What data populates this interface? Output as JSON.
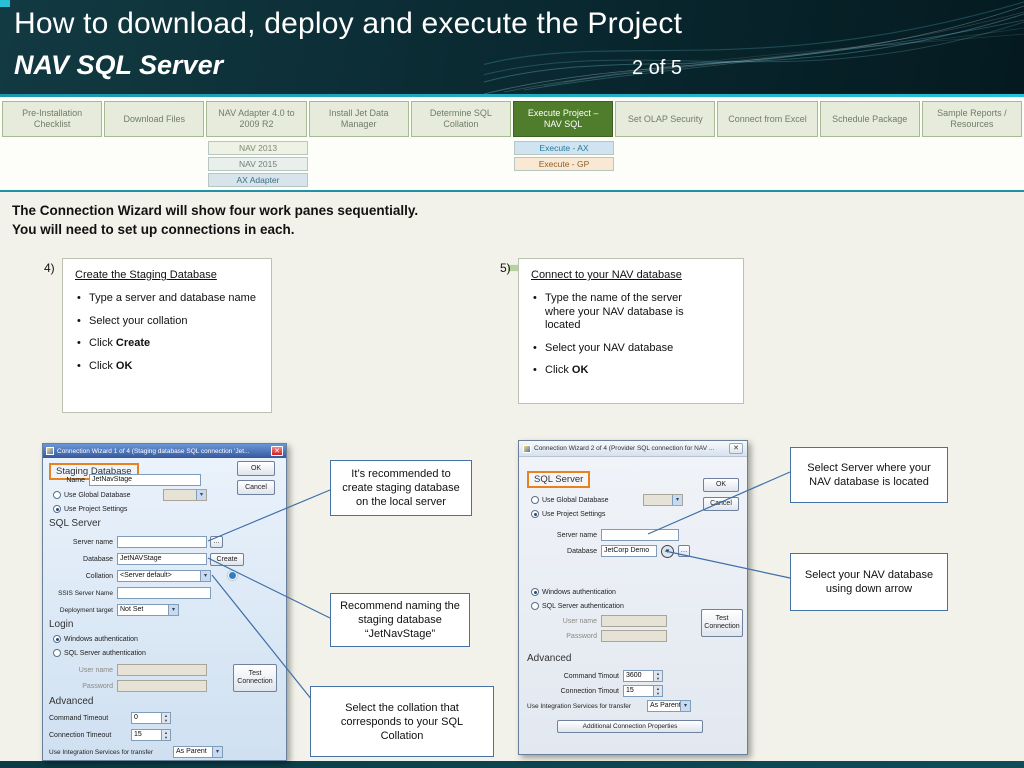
{
  "header": {
    "title": "How to download, deploy and execute the Project",
    "subtitle": "NAV SQL Server",
    "page_indicator": "2 of 5"
  },
  "nav": {
    "tabs": [
      "Pre-Installation Checklist",
      "Download Files",
      "NAV Adapter 4.0 to 2009 R2",
      "Install Jet Data Manager",
      "Determine SQL Collation",
      "Execute Project – NAV SQL",
      "Set OLAP Security",
      "Connect from Excel",
      "Schedule Package",
      "Sample Reports / Resources"
    ],
    "nav_adapter_subs": [
      "NAV 2013",
      "NAV 2015",
      "AX Adapter"
    ],
    "execute_subs": [
      "Execute - AX",
      "Execute - GP"
    ]
  },
  "intro": {
    "line1": "The Connection Wizard will show four work panes sequentially.",
    "line2": "You will need to set up connections in each."
  },
  "steps": {
    "step4": {
      "num": "4)",
      "title": "Create the Staging Database",
      "b1": "Type a server and database name",
      "b2": "Select your collation",
      "b3_pre": "Click ",
      "b3_bold": "Create",
      "b4_pre": "Click ",
      "b4_bold": "OK"
    },
    "step5": {
      "num": "5)",
      "title": "Connect to your NAV database",
      "b1": "Type the name of the server where your NAV database is located",
      "b2": "Select your NAV database",
      "b3_pre": "Click ",
      "b3_bold": "OK"
    }
  },
  "dialog1": {
    "title": "Connection Wizard 1 of 4 (Staging database SQL connection 'Jet...",
    "section_staging": "Staging Database",
    "ok": "OK",
    "cancel": "Cancel",
    "name_label": "Name",
    "name_value": "JetNavStage",
    "global_db": "Use Global Database",
    "project_settings": "Use Project Settings",
    "section_sql": "SQL Server",
    "server_label": "Server name",
    "database_label": "Database",
    "database_value": "JetNAVStage",
    "create_btn": "Create",
    "collation_label": "Collation",
    "collation_value": "<Server default>",
    "ssis_label": "SSIS Server Name",
    "deployment_label": "Deployment target",
    "deployment_value": "Not Set",
    "section_login": "Login",
    "windows_auth": "Windows authentication",
    "sql_auth": "SQL Server authentication",
    "user_label": "User name",
    "password_label": "Password",
    "test_btn": "Test Connection",
    "section_advanced": "Advanced",
    "cmd_timeout_label": "Command Timeout",
    "cmd_timeout_value": "0",
    "conn_timeout_label": "Connection Timeout",
    "conn_timeout_value": "15",
    "integration_label": "Use Integration Services for transfer",
    "integration_value": "As Parent"
  },
  "dialog2": {
    "title": "Connection Wizard 2 of 4 (Provider SQL connection for NAV ...",
    "section_sql": "SQL Server",
    "ok": "OK",
    "cancel": "Cancel",
    "global_db": "Use Global Database",
    "project_settings": "Use Project Settings",
    "server_label": "Server name",
    "database_label": "Database",
    "database_value": "JetCorp Demo",
    "windows_auth": "Windows authentication",
    "sql_auth": "SQL Server authentication",
    "user_label": "User name",
    "password_label": "Password",
    "test_btn": "Test Connection",
    "section_advanced": "Advanced",
    "cmd_timeout_label": "Command Timout",
    "cmd_timeout_value": "3600",
    "conn_timeout_label": "Connection Timout",
    "conn_timeout_value": "15",
    "integration_label": "Use Integration Services for transfer",
    "integration_value": "As Parent",
    "additional_btn": "Additional Connection Properties"
  },
  "callouts": {
    "c1": "It’s recommended to create staging database on the local server",
    "c2": "Recommend naming the staging database “JetNavStage”",
    "c3": "Select the collation that corresponds to your SQL Collation",
    "c4": "Select Server where your NAV database is located",
    "c5": "Select your NAV database using down arrow"
  },
  "icons": {
    "close": "✕",
    "browse": "…",
    "dropdown_arrow": "▾",
    "spin_up": "▲",
    "spin_down": "▼",
    "bullet": "•"
  },
  "colors": {
    "header_teal": "#0b2b33",
    "accent_cyan": "#27c0d4",
    "active_tab_green": "#4f7d2c",
    "callout_border_blue": "#4472a8",
    "highlight_orange": "#e8821e"
  }
}
